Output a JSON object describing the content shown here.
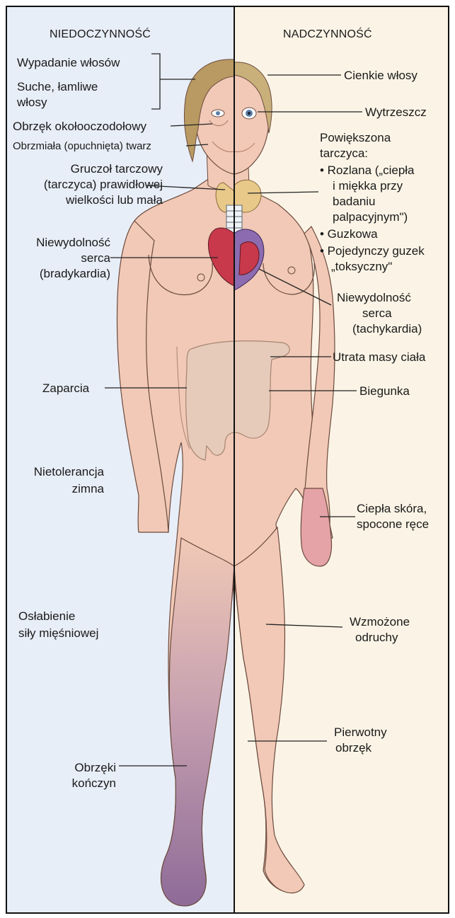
{
  "colors": {
    "left_panel": "#e8eef7",
    "right_panel": "#fbf4e6",
    "skin": "#f1c9b6",
    "skin_shadow": "#d9a28c",
    "legs_cyanosis": "#8e6b98",
    "hair": "#b89a62",
    "thyroid": "#e8c98a",
    "heart_red": "#c8394b",
    "heart_purple": "#8d6bb0",
    "colon": "#e6cbbb"
  },
  "headers": {
    "left": "NIEDOCZYNNOŚĆ",
    "right": "NADCZYNNOŚĆ"
  },
  "left_labels": {
    "hair_loss": "Wypadanie włosów",
    "dry_hair_1": "Suche, łamliwe",
    "dry_hair_2": "włosy",
    "periorbital": "Obrzęk okołooczodołowy",
    "puffy_face": "Obrzmiała (opuchnięta) twarz",
    "thyroid_1": "Gruczoł tarczowy",
    "thyroid_2": "(tarczyca) prawidłowej",
    "thyroid_3": "wielkości lub mała",
    "heart_1": "Niewydolność",
    "heart_2": "serca",
    "heart_3": "(bradykardia)",
    "constipation": "Zaparcia",
    "cold_1": "Nietolerancja",
    "cold_2": "zimna",
    "weak_1": "Osłabienie",
    "weak_2": "siły mięśniowej",
    "edema_1": "Obrzęki",
    "edema_2": "kończyn"
  },
  "right_labels": {
    "thin_hair": "Cienkie włosy",
    "exophthalmos": "Wytrzeszcz",
    "goiter_1": "Powiększona",
    "goiter_2": "tarczyca:",
    "goiter_3": "• Rozlana („ciepła",
    "goiter_4": "i miękka przy",
    "goiter_5": "badaniu",
    "goiter_6": "palpacyjnym\")",
    "goiter_7": "• Guzkowa",
    "goiter_8": "• Pojedynczy guzek",
    "goiter_9": "„toksyczny\"",
    "heart_1": "Niewydolność",
    "heart_2": "serca",
    "heart_3": "(tachykardia)",
    "weight_loss": "Utrata masy ciała",
    "diarrhea": "Biegunka",
    "warm_1": "Ciepła skóra,",
    "warm_2": "spocone ręce",
    "reflex_1": "Wzmożone",
    "reflex_2": "odruchy",
    "myx_1": "Pierwotny",
    "myx_2": "obrzęk"
  }
}
